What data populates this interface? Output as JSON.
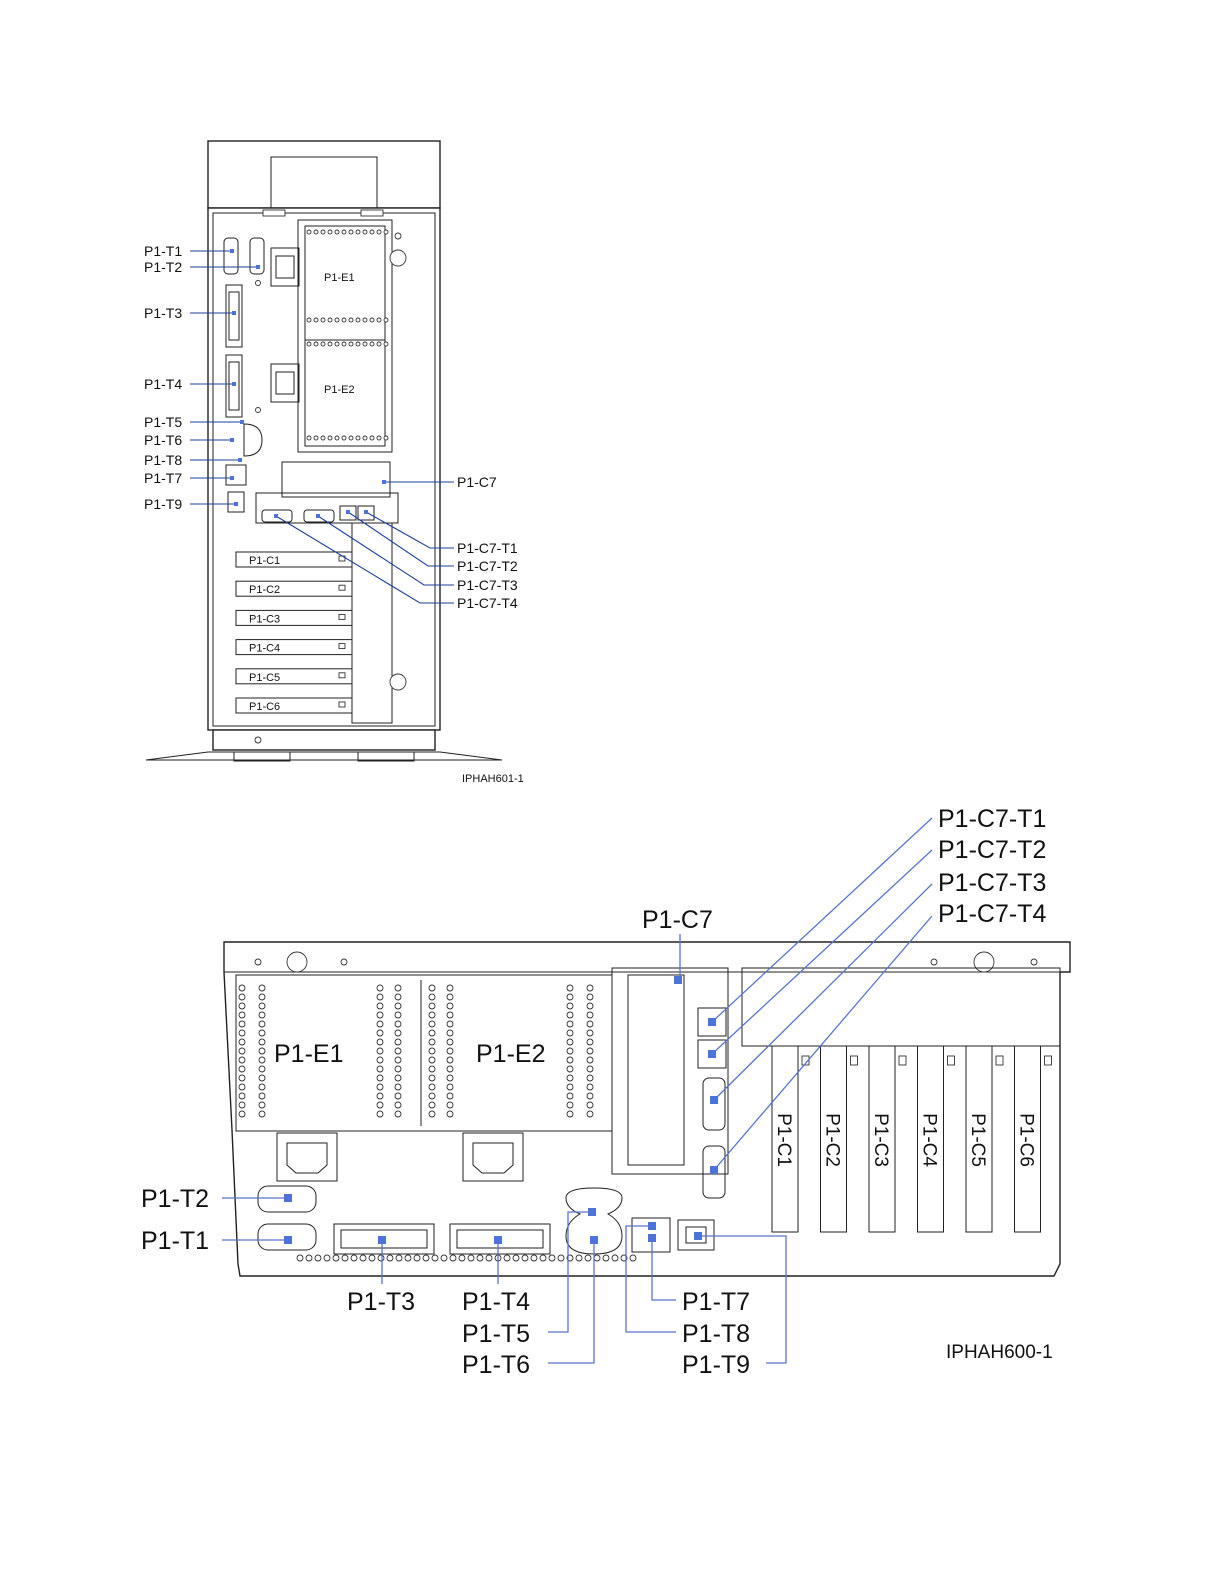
{
  "figures": [
    {
      "id": "IPHAH601-1",
      "view": "tower",
      "internal_labels": [
        "P1-E1",
        "P1-E2"
      ],
      "slot_labels": [
        "P1-C1",
        "P1-C2",
        "P1-C3",
        "P1-C4",
        "P1-C5",
        "P1-C6"
      ],
      "left_callouts": [
        "P1-T1",
        "P1-T2",
        "P1-T3",
        "P1-T4",
        "P1-T5",
        "P1-T6",
        "P1-T8",
        "P1-T7",
        "P1-T9"
      ],
      "right_callouts": [
        "P1-C7",
        "P1-C7-T1",
        "P1-C7-T2",
        "P1-C7-T3",
        "P1-C7-T4"
      ]
    },
    {
      "id": "IPHAH600-1",
      "view": "rack",
      "internal_labels": [
        "P1-E1",
        "P1-E2"
      ],
      "slot_labels": [
        "P1-C1",
        "P1-C2",
        "P1-C3",
        "P1-C4",
        "P1-C5",
        "P1-C6"
      ],
      "top_callouts": [
        "P1-C7",
        "P1-C7-T1",
        "P1-C7-T2",
        "P1-C7-T3",
        "P1-C7-T4"
      ],
      "left_callouts": [
        "P1-T2",
        "P1-T1"
      ],
      "bottom_callouts": [
        "P1-T3",
        "P1-T4",
        "P1-T5",
        "P1-T6",
        "P1-T7",
        "P1-T8",
        "P1-T9"
      ]
    }
  ],
  "colors": {
    "leader_line": "#1f3f9a",
    "marker": "#4f72d8",
    "outline": "#222222"
  }
}
